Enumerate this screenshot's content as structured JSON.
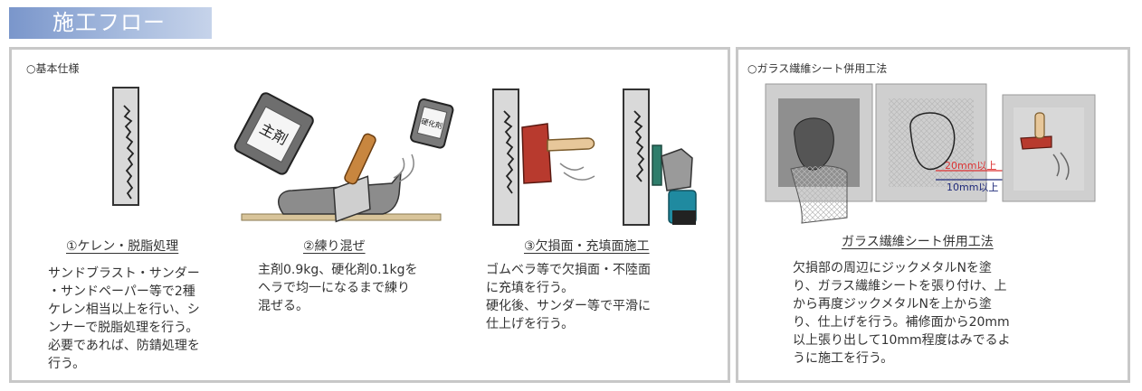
{
  "page_title": "施工フロー",
  "basic": {
    "label": "○基本仕様",
    "steps": [
      {
        "title": "①ケレン・脱脂処理",
        "desc": [
          "サンドブラスト・サンダー",
          "・サンドペーパー等で2種",
          "ケレン相当以上を行い、シ",
          "ンナーで脱脂処理を行う。",
          "必要であれば、防錆処理を",
          "行う。"
        ]
      },
      {
        "title": "②練り混ぜ",
        "desc": [
          "主剤0.9kg、硬化剤0.1kgを",
          "ヘラで均一になるまで練り",
          "混ぜる。"
        ],
        "can_main": "主剤",
        "can_hardener": "硬化剤"
      },
      {
        "title": "③欠損面・充填面施工",
        "desc": [
          "ゴムベラ等で欠損面・不陸面",
          "に充填を行う。",
          "硬化後、サンダー等で平滑に",
          "仕上げを行う。"
        ]
      }
    ]
  },
  "glass": {
    "label": "○ガラス繊維シート併用工法",
    "title": "ガラス繊維シート併用工法",
    "dim_20": "20mm以上",
    "dim_10": "10mm以上",
    "desc": [
      "欠損部の周辺にジックメタルNを塗",
      "り、ガラス繊維シートを張り付け、上",
      "から再度ジックメタルNを上から塗",
      "り、仕上げを行う。補修面から20mm",
      "以上張り出して10mm程度はみでるよ",
      "うに施工を行う。"
    ]
  }
}
